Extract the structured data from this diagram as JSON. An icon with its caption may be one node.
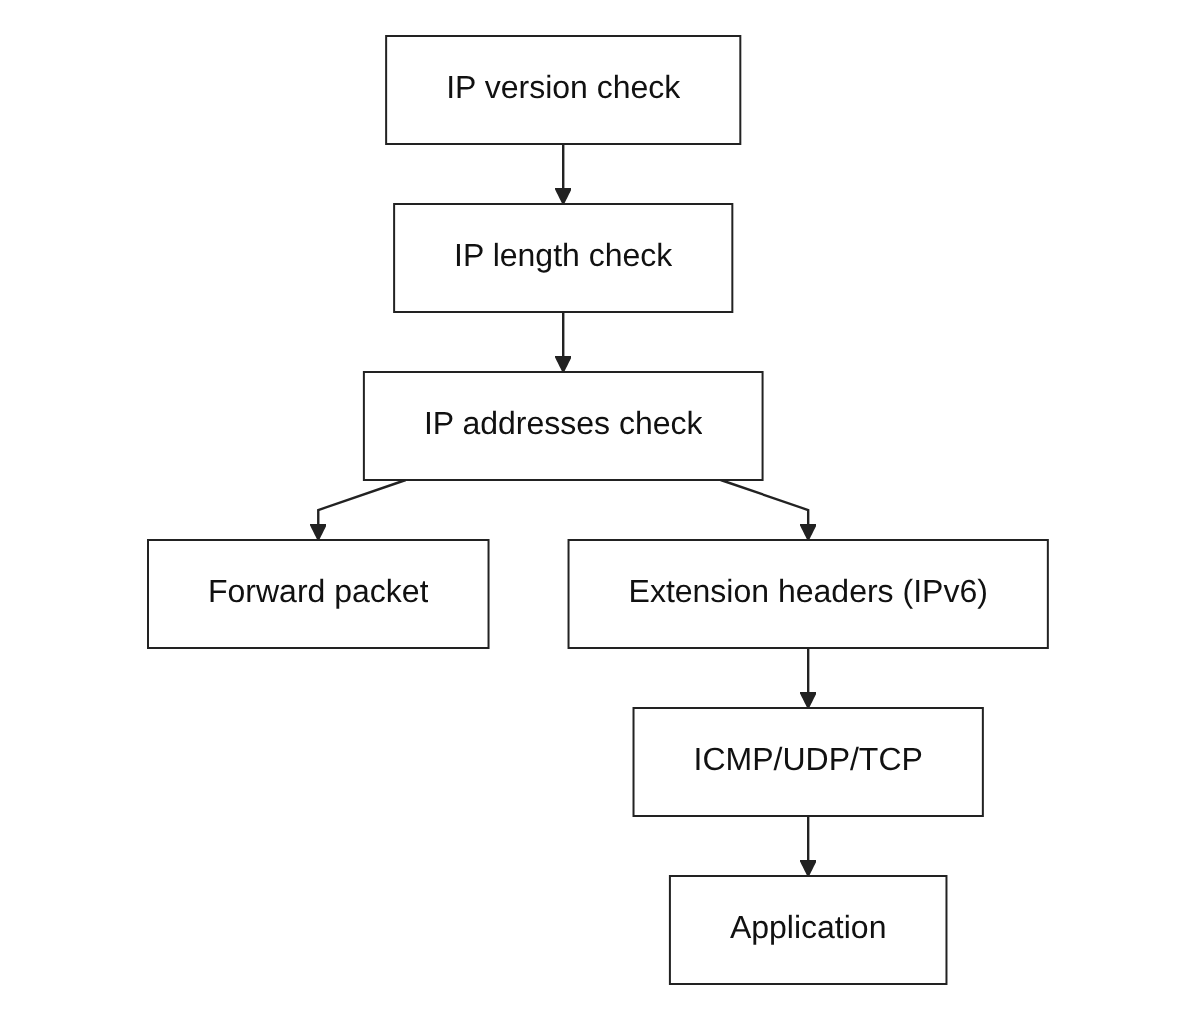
{
  "diagram": {
    "nodes": [
      {
        "text": [
          "IP version check"
        ]
      },
      {
        "text": [
          "IP length check"
        ]
      },
      {
        "text": [
          "IP addresses check"
        ]
      },
      {
        "text": [
          "Forward packet"
        ]
      },
      {
        "text": [
          "Extension headers (IPv6)"
        ]
      },
      {
        "text": [
          "ICMP/UDP/TCP"
        ]
      },
      {
        "text": [
          "Application"
        ]
      }
    ],
    "edges": [
      {
        "from": 0,
        "to": 1,
        "arrow": "to"
      },
      {
        "from": 1,
        "to": 2,
        "arrow": "to"
      },
      {
        "from": 2,
        "to": 3,
        "arrow": "to"
      },
      {
        "from": 2,
        "to": 4,
        "arrow": "to"
      },
      {
        "from": 4,
        "to": 5,
        "arrow": "to"
      },
      {
        "from": 5,
        "to": 6,
        "arrow": "to"
      }
    ]
  }
}
